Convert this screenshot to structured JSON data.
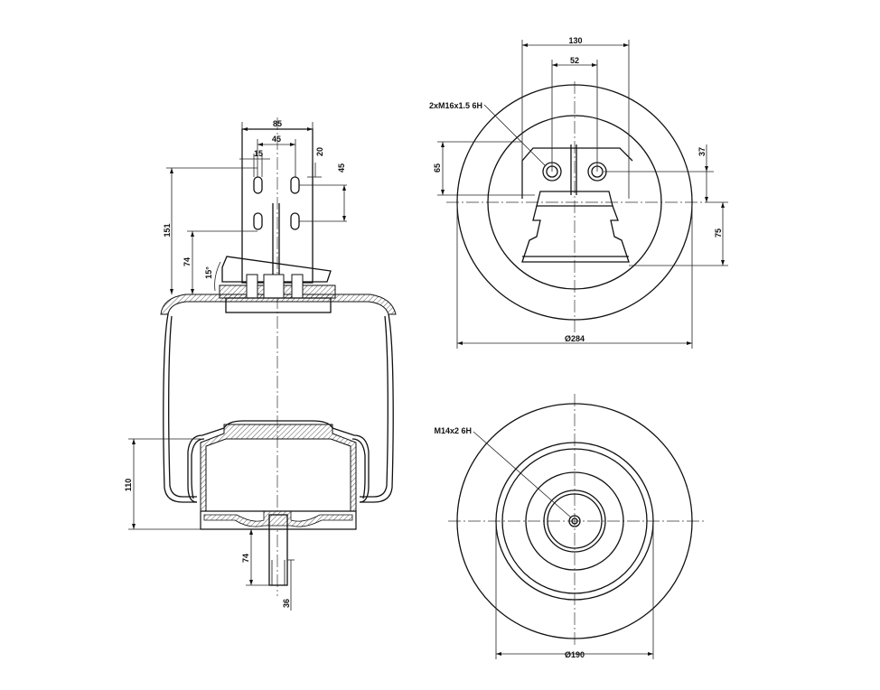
{
  "drawing": {
    "side_view": {
      "dims": {
        "w85": "85",
        "w45": "45",
        "w15": "15",
        "v20": "20",
        "v45": "45",
        "h151": "151",
        "h74": "74",
        "ang15": "15°",
        "h110": "110",
        "stud74": "74",
        "stud36": "36"
      }
    },
    "top_view": {
      "thread_label": "2xM16x1.5 6H",
      "dims": {
        "w130": "130",
        "w52": "52",
        "v65": "65",
        "v37": "37",
        "v75": "75",
        "dia284": "Ø284"
      }
    },
    "bottom_view": {
      "thread_label": "M14x2 6H",
      "dims": {
        "dia190": "Ø190"
      }
    }
  }
}
